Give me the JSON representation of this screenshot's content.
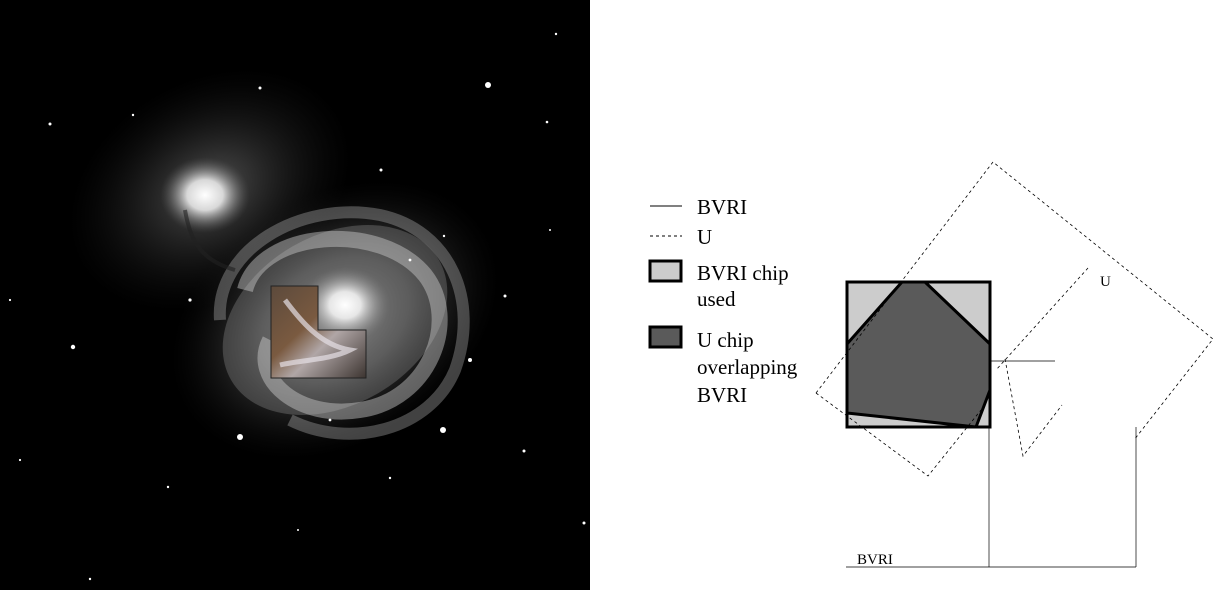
{
  "legend": {
    "solid_label": "BVRI",
    "dashed_label": "U",
    "light_label_line1": "BVRI chip",
    "light_label_line2": "used",
    "dark_label_line1": "U chip",
    "dark_label_line2": "overlapping",
    "dark_label_line3": "BVRI"
  },
  "diagram": {
    "u_region_label": "U",
    "bvri_baseline_label": "BVRI"
  },
  "colors": {
    "background": "#000000",
    "bvri_chip_used": "#cccccc",
    "u_chip_overlap": "#5a5a5a",
    "stroke": "#000000"
  }
}
